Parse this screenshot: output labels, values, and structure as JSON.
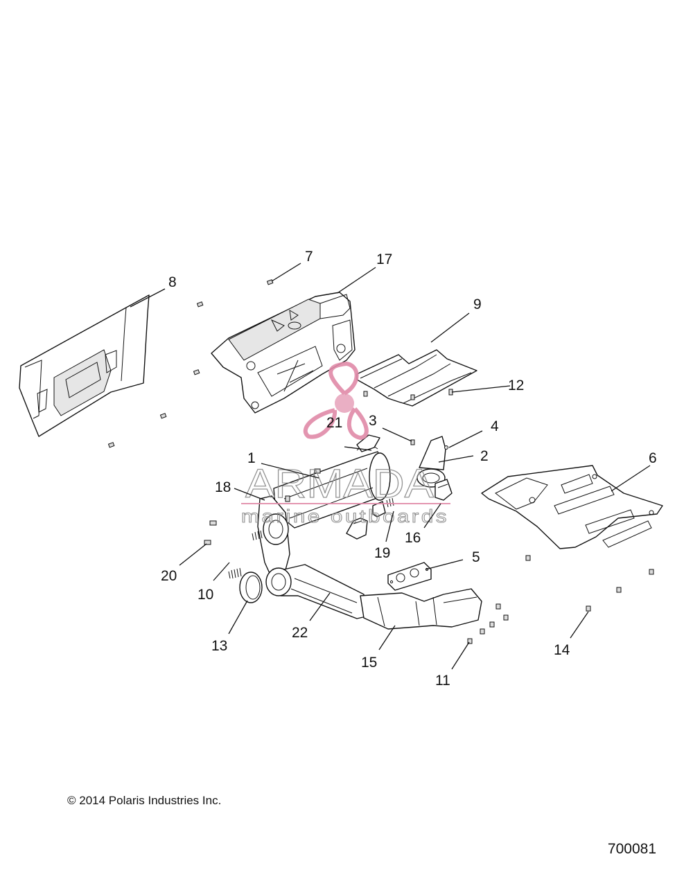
{
  "callouts": {
    "c1": "1",
    "c2": "2",
    "c3": "3",
    "c4": "4",
    "c5": "5",
    "c6": "6",
    "c7": "7",
    "c8": "8",
    "c9": "9",
    "c10": "10",
    "c11": "11",
    "c12": "12",
    "c13": "13",
    "c14": "14",
    "c15": "15",
    "c16": "16",
    "c17": "17",
    "c18": "18",
    "c19": "19",
    "c20": "20",
    "c21": "21",
    "c22": "22"
  },
  "watermark": {
    "brand": "ARMADA",
    "tagline": "marine outboards",
    "colors": {
      "logo": "#e08aa8",
      "text": "#888888"
    }
  },
  "footer": {
    "copyright": "© 2014 Polaris Industries Inc.",
    "diagram_id": "700081"
  }
}
